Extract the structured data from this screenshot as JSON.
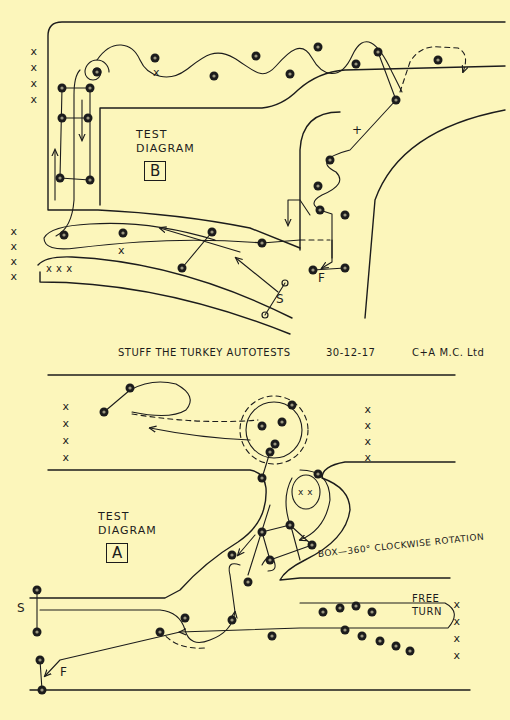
{
  "diagram": {
    "title": "STUFF THE TURKEY AUTOTESTS",
    "nodes": [
      {
        "text": [
          "TEST DIAGRAM",
          "B"
        ]
      },
      {
        "text": [
          "TEST DIAGRAM",
          "A"
        ]
      }
    ],
    "labels": [
      "30-12-17",
      "C+A M.C. Ltd",
      "x x x x",
      "x",
      "+",
      "x x x x",
      "x x x",
      "x",
      "S",
      "F",
      "x x x x",
      "x x x x",
      "x x",
      "BOX—360° CLOCKWISE ROTATION",
      "S",
      "F",
      "FREE TURN",
      "x x x x"
    ]
  }
}
